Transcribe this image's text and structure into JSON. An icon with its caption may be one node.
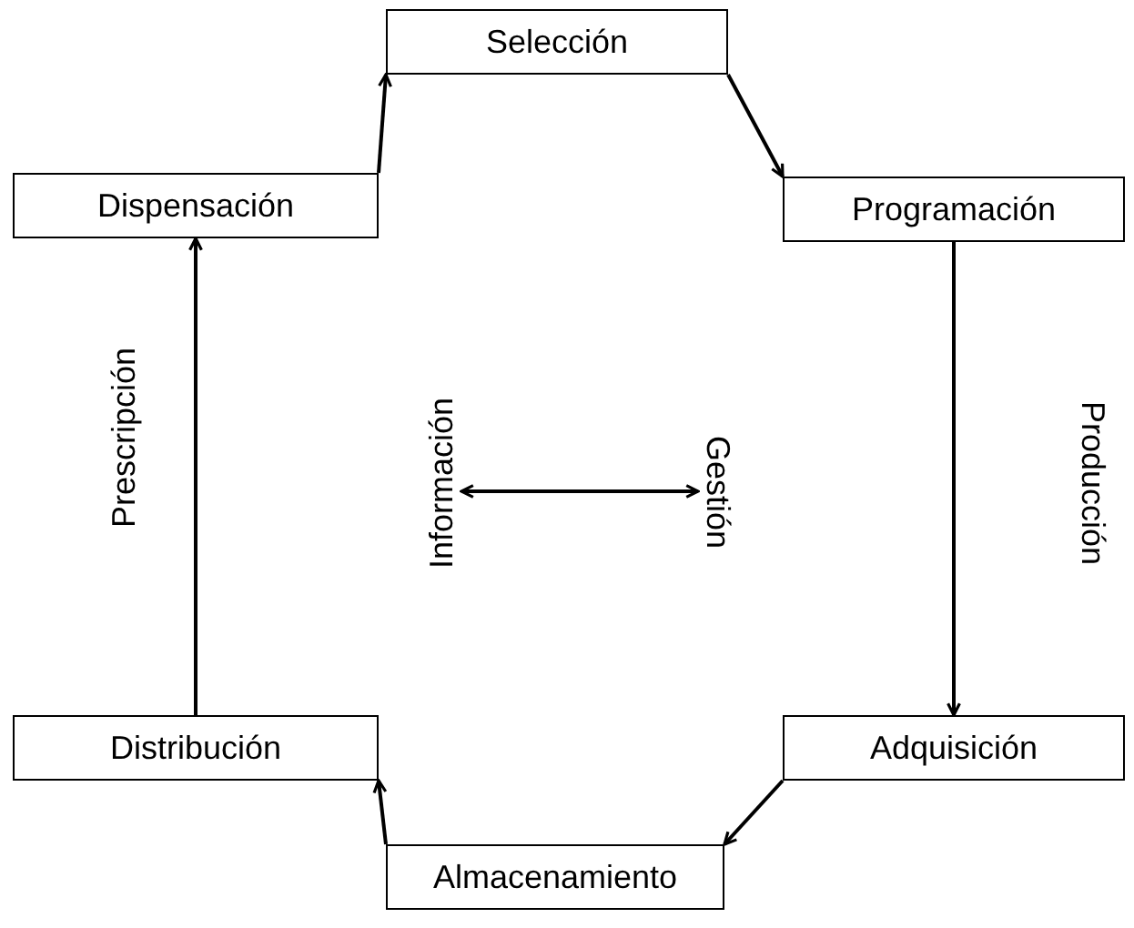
{
  "diagram": {
    "nodes": [
      {
        "text": [
          "Selección"
        ]
      },
      {
        "text": [
          "Programación"
        ]
      },
      {
        "text": [
          "Adquisición"
        ]
      },
      {
        "text": [
          "Almacenamiento"
        ]
      },
      {
        "text": [
          "Distribución"
        ]
      },
      {
        "text": [
          "Dispensación"
        ]
      },
      {
        "text": [
          "Información"
        ]
      },
      {
        "text": [
          "Gestión"
        ]
      }
    ],
    "edges": [
      {
        "from": 0,
        "to": 1,
        "arrow": "to"
      },
      {
        "from": 1,
        "to": 2,
        "arrow": "to"
      },
      {
        "from": 2,
        "to": 3,
        "arrow": "to"
      },
      {
        "from": 3,
        "to": 4,
        "arrow": "to"
      },
      {
        "from": 4,
        "to": 5,
        "arrow": "to"
      },
      {
        "from": 5,
        "to": 0,
        "arrow": "to"
      },
      {
        "from": 6,
        "to": 7,
        "arrow": "both"
      }
    ],
    "labels": [
      "Prescripción",
      "Producción"
    ]
  }
}
